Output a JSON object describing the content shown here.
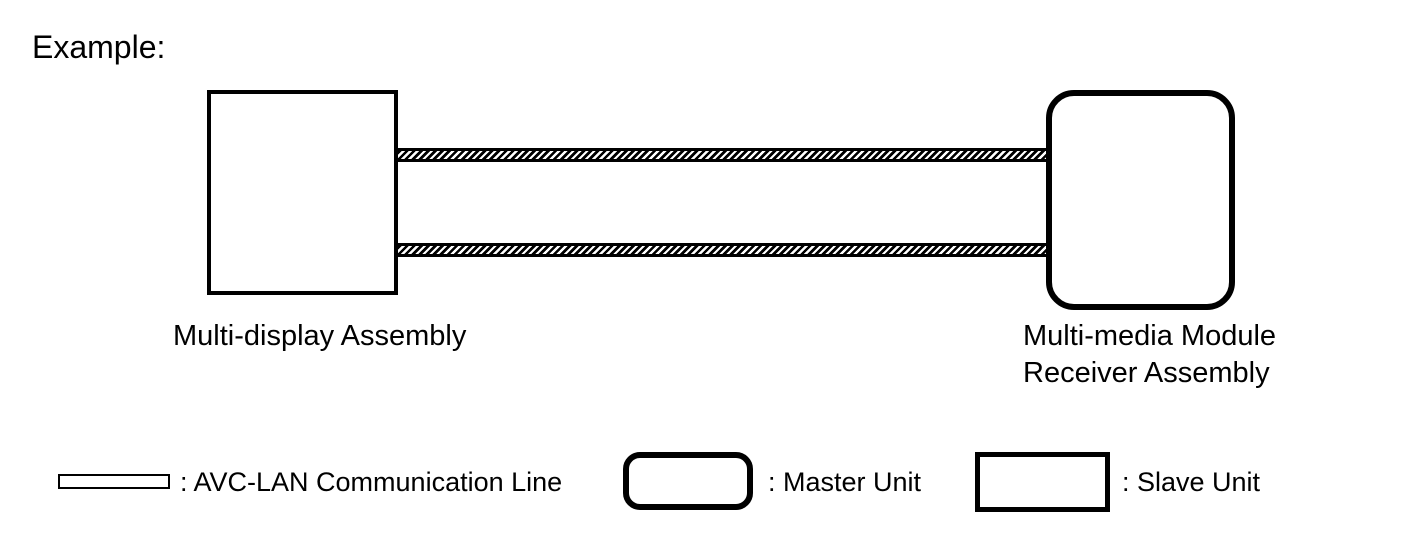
{
  "title": "Example:",
  "diagram": {
    "left_node": {
      "label": "Multi-display Assembly",
      "unit_type": "Slave Unit"
    },
    "right_node": {
      "label_line1": "Multi-media Module",
      "label_line2": "Receiver Assembly",
      "unit_type": "Master Unit"
    },
    "connection": {
      "type": "AVC-LAN Communication Line",
      "count": 2
    }
  },
  "legend": {
    "line_item_label": ": AVC-LAN Communication Line",
    "master_item_label": ": Master Unit",
    "slave_item_label": ": Slave Unit"
  },
  "colors": {
    "stroke": "#000000",
    "background": "#ffffff"
  }
}
